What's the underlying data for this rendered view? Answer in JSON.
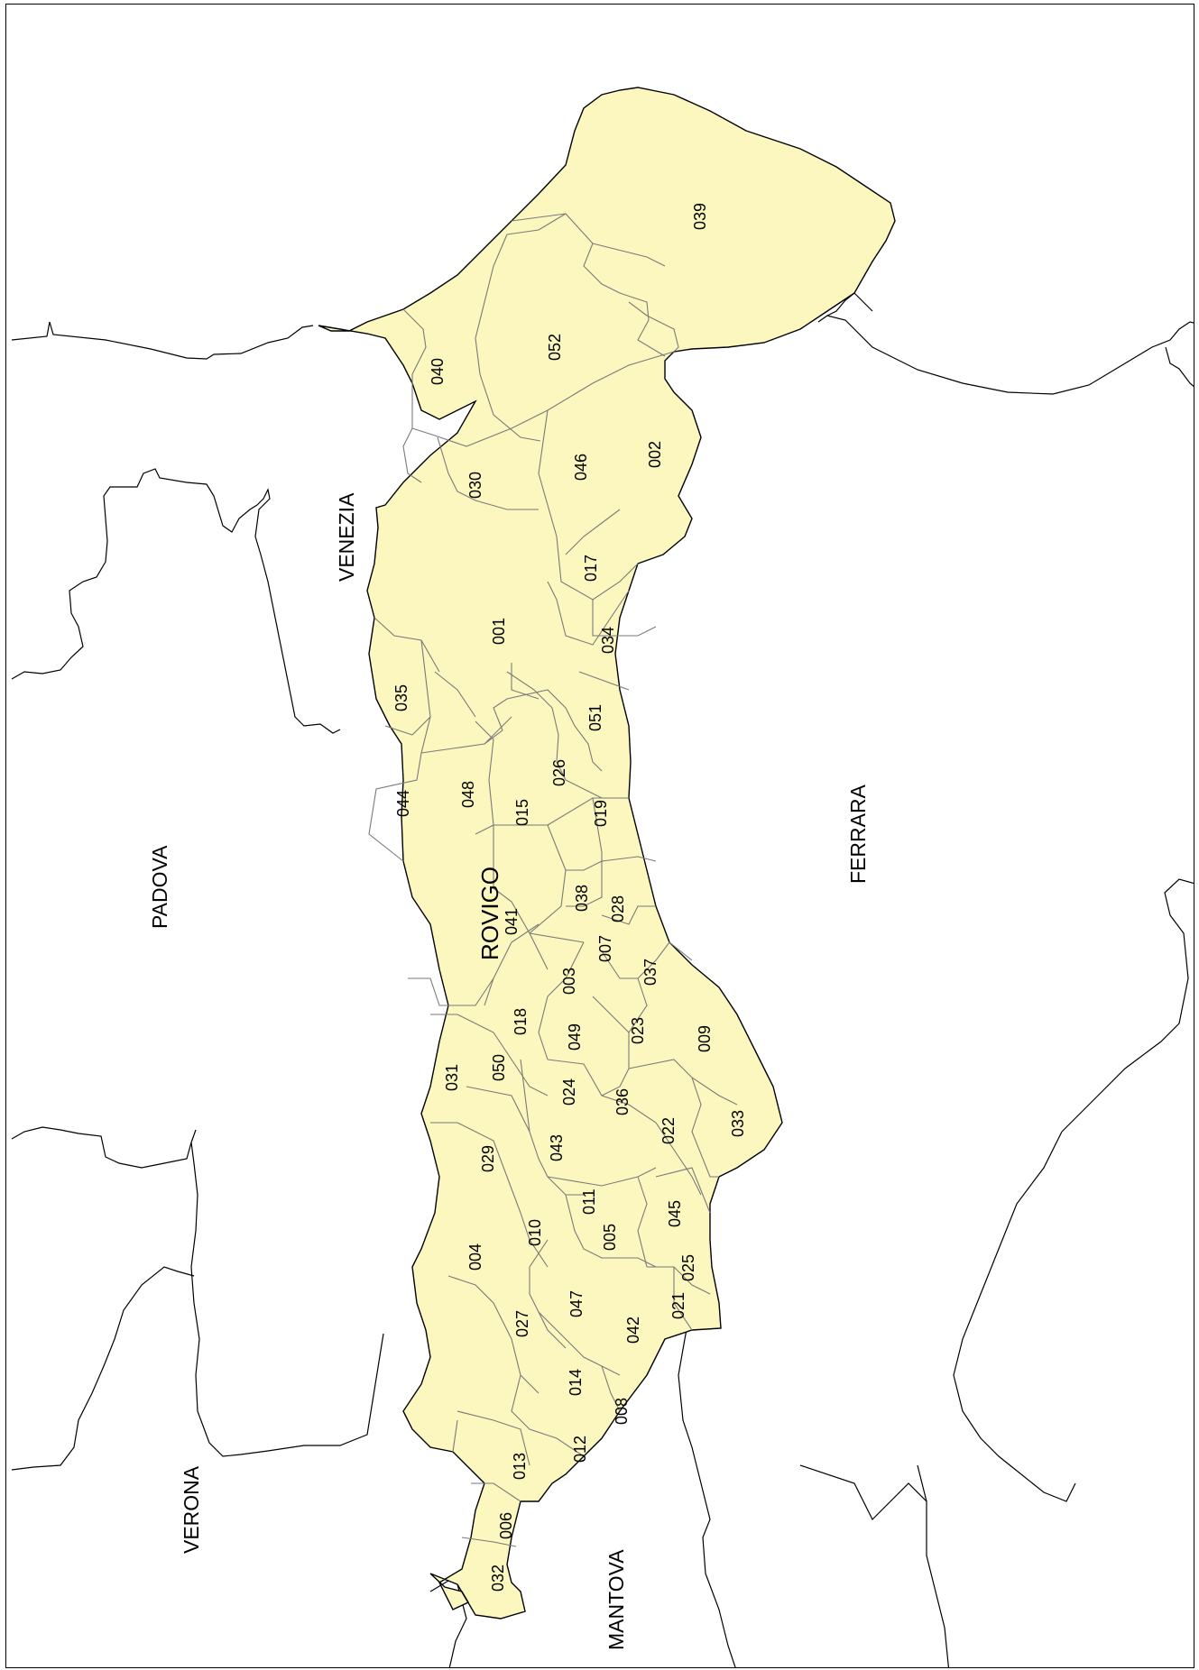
{
  "map": {
    "colors": {
      "region_fill": "#fbf7bf",
      "region_outline": "#000000",
      "inner_border": "#7a7a7a",
      "outside_stroke": "#000000",
      "background": "#ffffff"
    },
    "province_label": "ROVIGO",
    "neighbors": [
      {
        "key": "venezia",
        "label": "VENEZIA"
      },
      {
        "key": "padova",
        "label": "PADOVA"
      },
      {
        "key": "ferrara",
        "label": "FERRARA"
      },
      {
        "key": "verona",
        "label": "VERONA"
      },
      {
        "key": "mantova",
        "label": "MANTOVA"
      }
    ],
    "comuni": [
      "039",
      "052",
      "040",
      "030",
      "046",
      "002",
      "017",
      "001",
      "034",
      "035",
      "051",
      "026",
      "048",
      "044",
      "015",
      "019",
      "038",
      "028",
      "041",
      "007",
      "037",
      "003",
      "018",
      "049",
      "023",
      "009",
      "031",
      "050",
      "024",
      "036",
      "022",
      "033",
      "029",
      "043",
      "011",
      "045",
      "010",
      "005",
      "004",
      "025",
      "047",
      "021",
      "027",
      "042",
      "014",
      "008",
      "012",
      "013",
      "006",
      "032"
    ]
  }
}
